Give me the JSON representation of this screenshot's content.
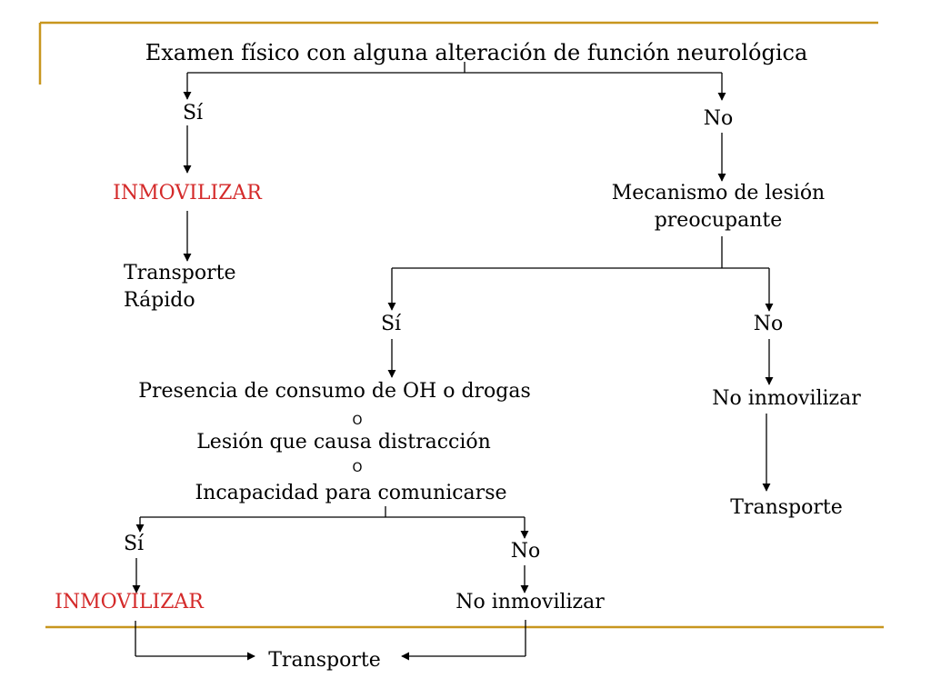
{
  "colors": {
    "accent_line": "#c8961e",
    "highlight": "#d42a2a",
    "ink": "#000000"
  },
  "diagram": {
    "title": "Examen físico con alguna alteración de función neurológica",
    "branch1": {
      "yes": "Sí",
      "no": "No",
      "yes_action": "INMOVILIZAR",
      "yes_transport": [
        "Transporte",
        "Rápido"
      ],
      "no_question": [
        "Mecanismo de lesión",
        "preocupante"
      ]
    },
    "branch2": {
      "yes": "Sí",
      "no": "No",
      "no_action": "No inmovilizar",
      "no_transport": "Transporte",
      "conditions": {
        "line1": "Presencia de consumo de OH o drogas",
        "or1": "O",
        "line2": "Lesión que causa distracción",
        "or2": "O",
        "line3": "Incapacidad para comunicarse"
      }
    },
    "branch3": {
      "yes": "Sí",
      "no": "No",
      "yes_action": "INMOVILIZAR",
      "no_action": "No inmovilizar",
      "final": "Transporte"
    }
  }
}
